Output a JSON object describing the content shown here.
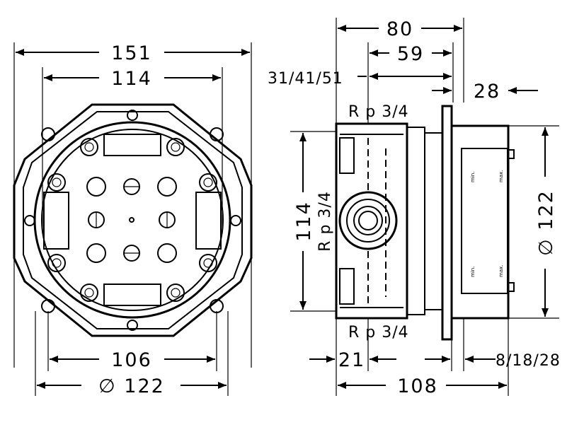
{
  "front_view": {
    "dim_width_outer": "151",
    "dim_width_inner": "114",
    "dim_bottom_inner": "106",
    "dim_bottom_diameter": "∅  122"
  },
  "side_view": {
    "dim_depth_total": "80",
    "dim_depth_59": "59",
    "dim_depth_variants": "31/41/51",
    "dim_28": "28",
    "thread_top": "R p 3/4",
    "thread_middle": "R p 3/4",
    "thread_bottom": "R p 3/4",
    "dim_height_114": "114",
    "dim_diameter_122": "∅  122",
    "dim_21": "21",
    "dim_108": "108",
    "dim_8_18_28": "8/18/28",
    "label_min_top": "min.",
    "label_max_top": "max.",
    "label_min_bottom": "min.",
    "label_max_bottom": "max."
  }
}
